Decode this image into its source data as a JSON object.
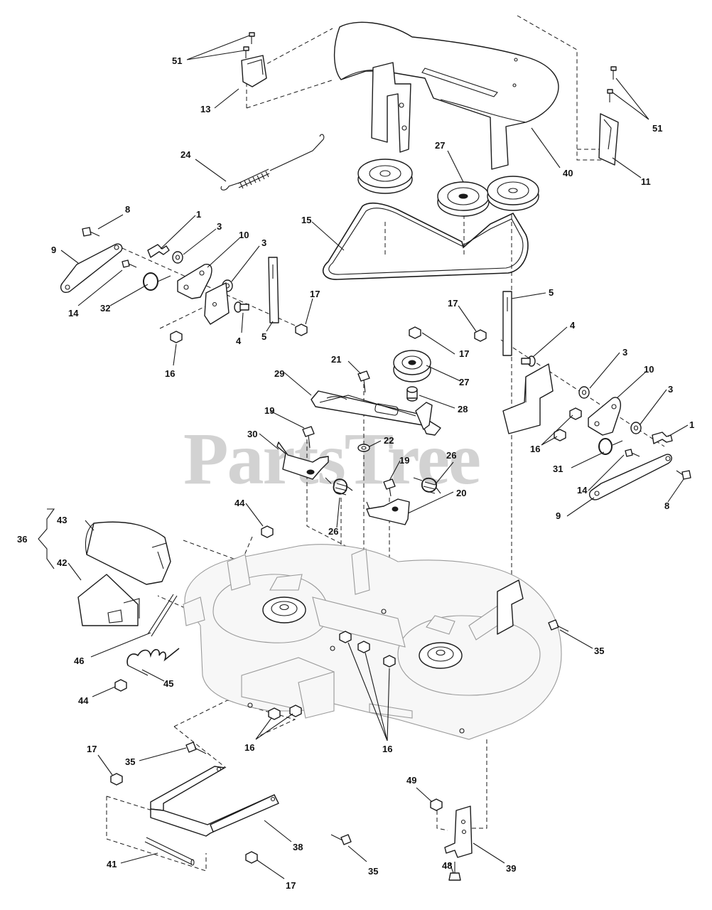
{
  "watermark": {
    "text": "PartsTree",
    "trademark": "™"
  },
  "callouts": {
    "c51a": "51",
    "c13": "13",
    "c24": "24",
    "c8a": "8",
    "c1a": "1",
    "c9a": "9",
    "c3a": "3",
    "c10a": "10",
    "c3b": "3",
    "c14a": "14",
    "c32": "32",
    "c17a": "17",
    "c4a": "4",
    "c5a": "5",
    "c16a": "16",
    "c15": "15",
    "c27a": "27",
    "c40": "40",
    "c51b": "51",
    "c11": "11",
    "c5b": "5",
    "c17b": "17",
    "c4b": "4",
    "c17c": "17",
    "c21": "21",
    "c27b": "27",
    "c29": "29",
    "c28": "28",
    "c3c": "3",
    "c10b": "10",
    "c3d": "3",
    "c1b": "1",
    "c16b": "16",
    "c19a": "19",
    "c30": "30",
    "c22": "22",
    "c31": "31",
    "c14b": "14",
    "c8b": "8",
    "c19b": "19",
    "c26a": "26",
    "c9b": "9",
    "c20": "20",
    "c26b": "26",
    "c44a": "44",
    "c43": "43",
    "c36": "36",
    "c42": "42",
    "c46": "46",
    "c45": "45",
    "c44b": "44",
    "c35a": "35",
    "c16c": "16",
    "c16d": "16",
    "c17d": "17",
    "c35b": "35",
    "c49": "49",
    "c38": "38",
    "c41": "41",
    "c35c": "35",
    "c17e": "17",
    "c48": "48",
    "c39": "39"
  }
}
